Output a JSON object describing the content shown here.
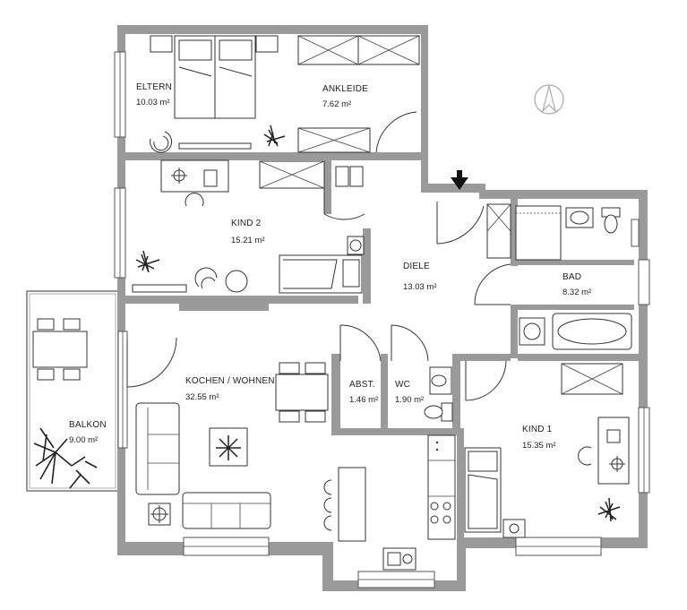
{
  "rooms": {
    "eltern": {
      "label": "ELTERN",
      "area": "10.03 m²"
    },
    "ankleide": {
      "label": "ANKLEIDE",
      "area": "7.62 m²"
    },
    "kind2": {
      "label": "KIND 2",
      "area": "15.21 m²"
    },
    "diele": {
      "label": "DIELE",
      "area": "13.03 m²"
    },
    "bad": {
      "label": "BAD",
      "area": "8.32 m²"
    },
    "kochen": {
      "label": "KOCHEN / WOHNEN",
      "area": "32.55 m²"
    },
    "abst": {
      "label": "ABST.",
      "area": "1.46 m²"
    },
    "wc": {
      "label": "WC",
      "area": "1.90 m²"
    },
    "kind1": {
      "label": "KIND 1",
      "area": "15.35 m²"
    },
    "balkon": {
      "label": "BALKON",
      "area": "9.00 m²"
    }
  },
  "symbols": {
    "north_arrow": "north-arrow-icon",
    "entrance": "entrance-arrow-icon"
  },
  "colors": {
    "wall": "#9a9a9a",
    "line": "#333333",
    "background": "#ffffff"
  }
}
